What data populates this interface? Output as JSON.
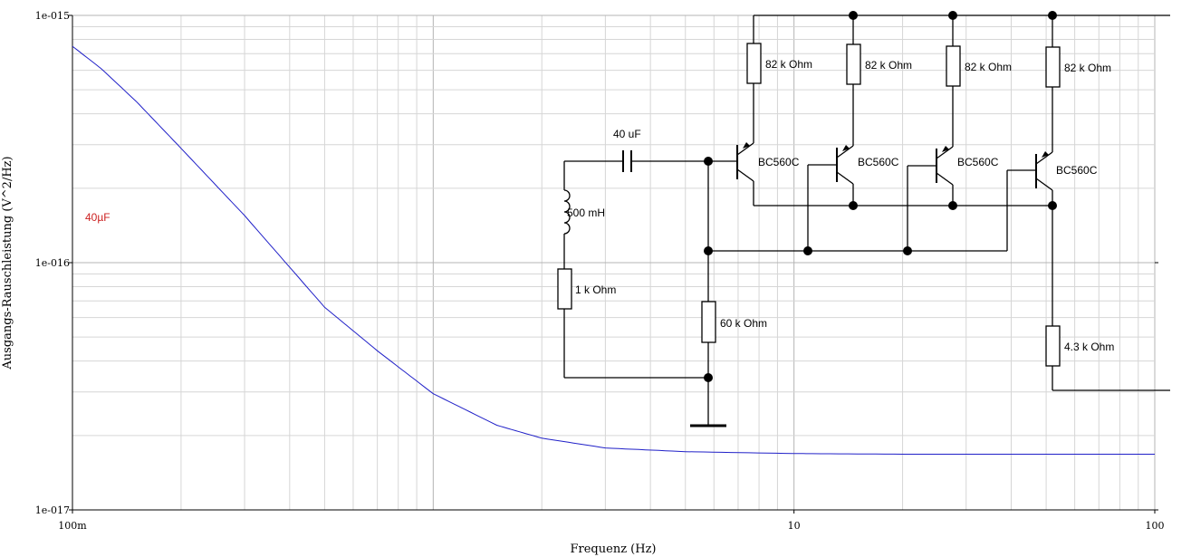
{
  "chart_data": {
    "type": "line",
    "xlabel": "Frequenz (Hz)",
    "ylabel": "Ausgangs-Rauschleistung (V^2/Hz)",
    "x_scale": "log",
    "y_scale": "log",
    "xlim": [
      0.1,
      100
    ],
    "ylim": [
      1e-17,
      1e-15
    ],
    "grid": true,
    "x_ticks": [
      {
        "value": 0.1,
        "label": "100m"
      },
      {
        "value": 10,
        "label": "10"
      },
      {
        "value": 100,
        "label": "100"
      }
    ],
    "y_ticks": [
      {
        "value": 1e-15,
        "label": "1e-015"
      },
      {
        "value": 1e-16,
        "label": "1e-016"
      },
      {
        "value": 1e-17,
        "label": "1e-017"
      }
    ],
    "annotation": {
      "text": "40µF",
      "color": "#cc2222"
    },
    "series": [
      {
        "name": "40µF",
        "color": "#2020c8",
        "x": [
          0.1,
          0.12,
          0.15,
          0.2,
          0.3,
          0.5,
          0.7,
          1,
          1.5,
          2,
          3,
          5,
          10,
          20,
          50,
          100
        ],
        "y": [
          7.5e-16,
          6.1e-16,
          4.5e-16,
          2.9e-16,
          1.55e-16,
          6.6e-17,
          4.4e-17,
          2.95e-17,
          2.2e-17,
          1.95e-17,
          1.78e-17,
          1.72e-17,
          1.69e-17,
          1.68e-17,
          1.68e-17,
          1.68e-17
        ]
      }
    ]
  },
  "schematic": {
    "capacitor": "40 uF",
    "inductor": "500 mH",
    "input_resistor": "1 k Ohm",
    "bias_resistor": "60 k Ohm",
    "collector_resistors": [
      "82 k Ohm",
      "82 k Ohm",
      "82 k Ohm",
      "82 k Ohm"
    ],
    "transistors": [
      "BC560C",
      "BC560C",
      "BC560C",
      "BC560C"
    ],
    "output_resistor": "4.3 k Ohm"
  }
}
